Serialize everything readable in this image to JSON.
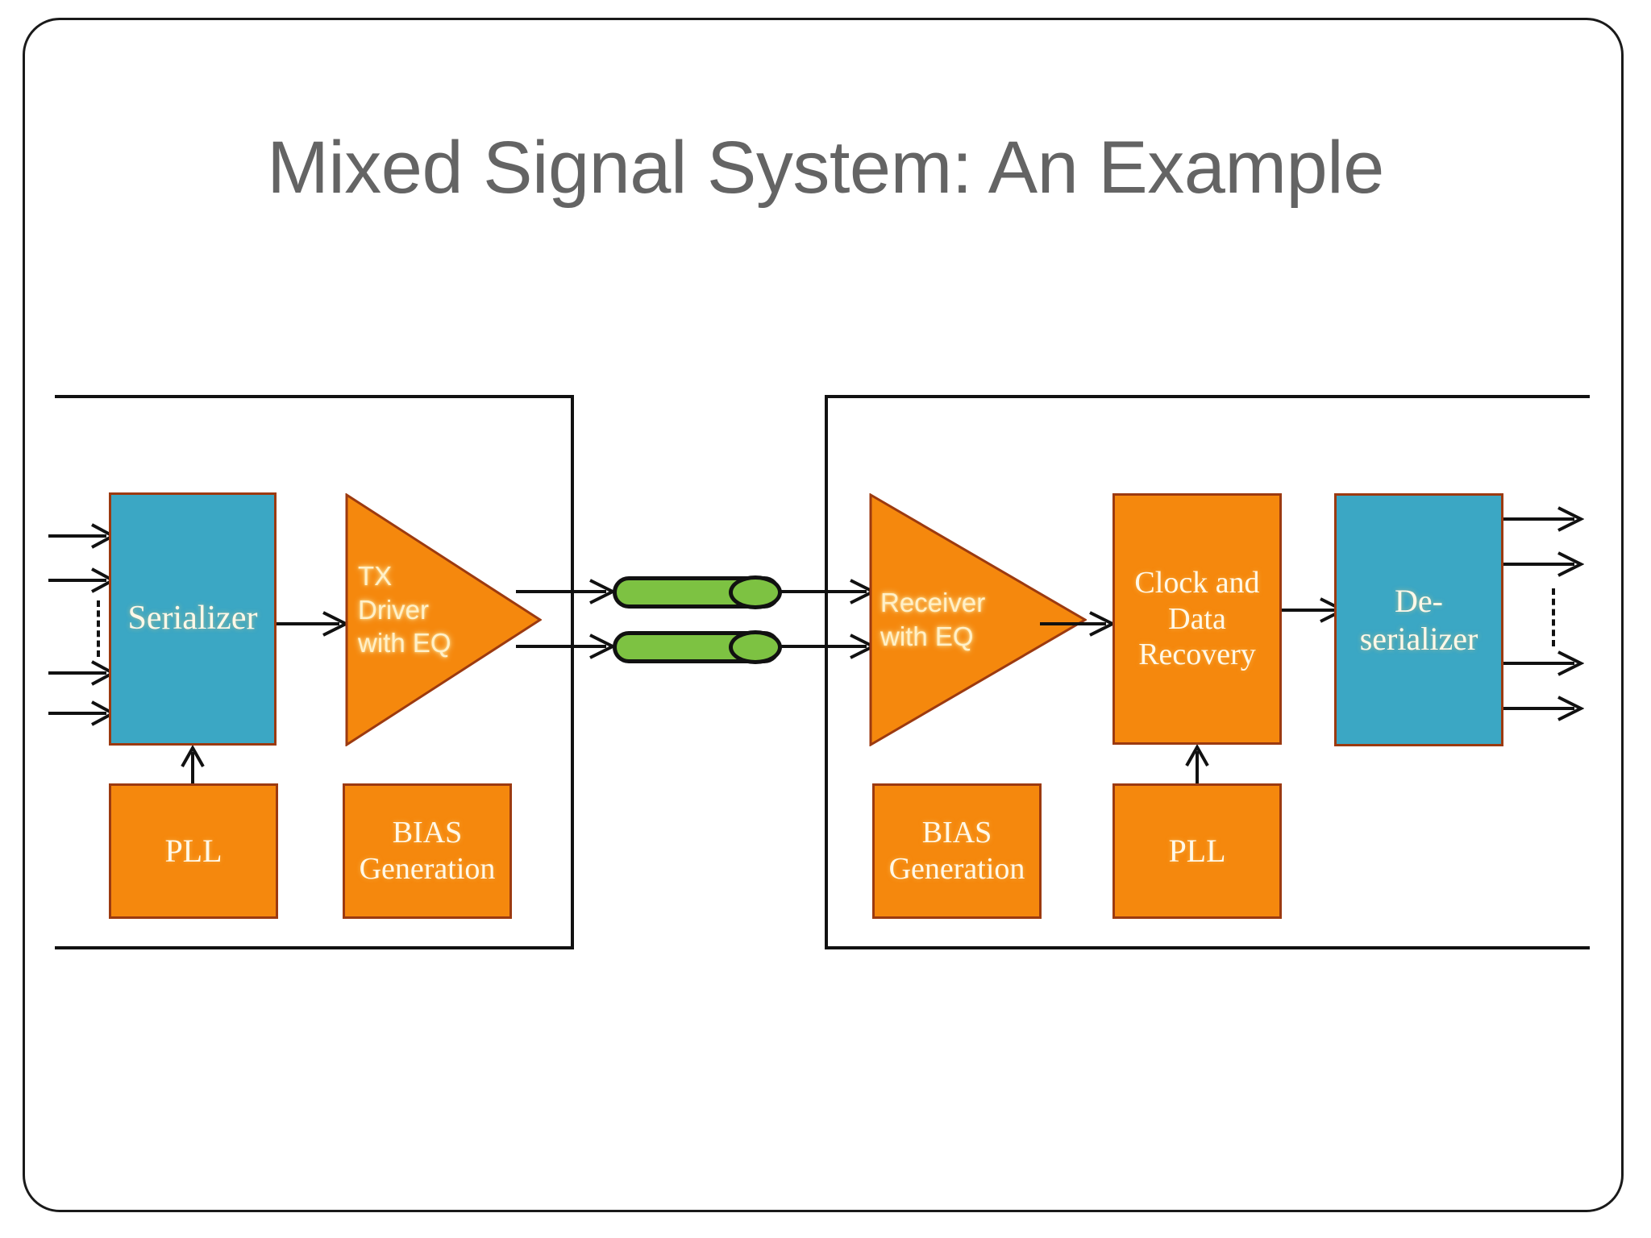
{
  "slide": {
    "title": "Mixed Signal System: An Example",
    "colors": {
      "title_gray": "#646464",
      "teal_block": "#3BA7C4",
      "orange_block": "#F5880D",
      "block_border": "#9C3A10",
      "channel_green": "#7DC242",
      "wire_black": "#111111",
      "label_cream": "#FFF8E8"
    }
  },
  "transmitter": {
    "serializer": {
      "label": "Serializer"
    },
    "tx_driver": {
      "label": "TX\nDriver\nwith EQ"
    },
    "pll": {
      "label": "PLL"
    },
    "bias": {
      "label": "BIAS\nGeneration"
    },
    "input_arrows": 4,
    "input_ellipsis": "vertical-dashed"
  },
  "channel": {
    "lanes": 2,
    "lane_shape": "capsule-with-end-ellipse"
  },
  "receiver": {
    "rx_amp": {
      "label": "Receiver\nwith EQ"
    },
    "cdr": {
      "label": "Clock and\nData\nRecovery"
    },
    "deserializer": {
      "label": "De-\nserializer"
    },
    "bias": {
      "label": "BIAS\nGeneration"
    },
    "pll": {
      "label": "PLL"
    },
    "output_arrows": 4,
    "output_ellipsis": "vertical-dashed"
  }
}
